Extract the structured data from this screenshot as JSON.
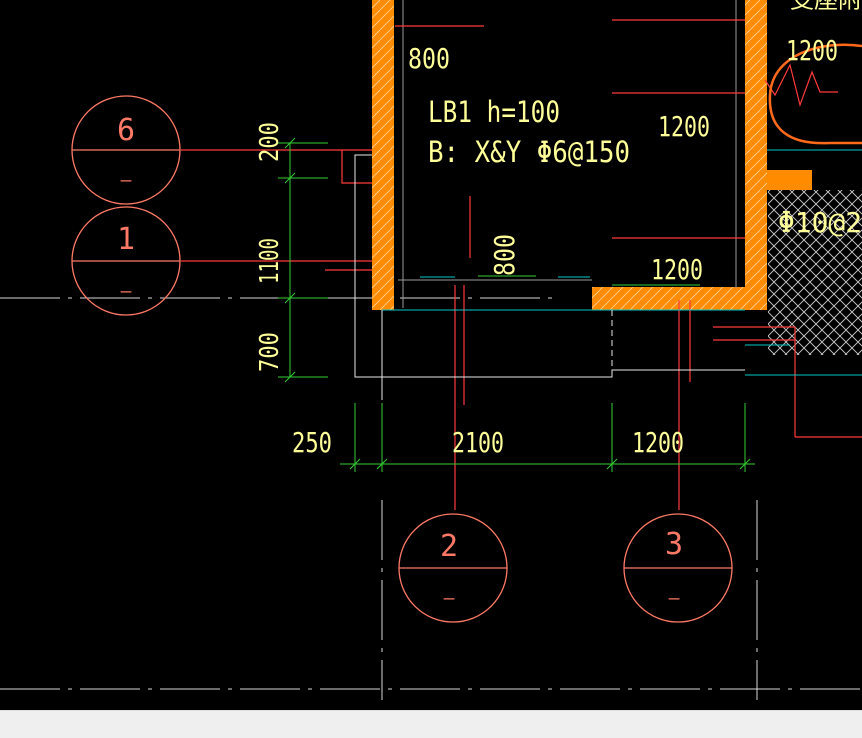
{
  "drawing": {
    "colors": {
      "background": "#000000",
      "wall_fill": "#ff8c00",
      "red_line": "#ff3b3b",
      "green_dim": "#33cc33",
      "cyan": "#00c8c8",
      "white": "#e8e8e8",
      "yellow_text": "#ffff99",
      "salmon_bubble": "#ff7a66",
      "status_bar": "#efefef"
    },
    "slab": {
      "label_line1": "LB1  h=100",
      "label_line2": "B: X&Y  Φ6@150"
    },
    "dimensions": {
      "top_800": "800",
      "right_1200_upper": "1200",
      "right_1200_mid": "1200",
      "right_1200_low": "1200",
      "vertical_800": "800",
      "rebar_right": "Φ10@2",
      "top_right_text": "支座附"
    },
    "left_dims": [
      "200",
      "1100",
      "700"
    ],
    "bottom_dims": [
      "250",
      "2100",
      "1200"
    ],
    "grid_bubbles": [
      {
        "id": "bubble-6",
        "number": "6",
        "sub": "–"
      },
      {
        "id": "bubble-1",
        "number": "1",
        "sub": "–"
      },
      {
        "id": "bubble-2",
        "number": "2",
        "sub": "–"
      },
      {
        "id": "bubble-3",
        "number": "3",
        "sub": "–"
      }
    ]
  }
}
